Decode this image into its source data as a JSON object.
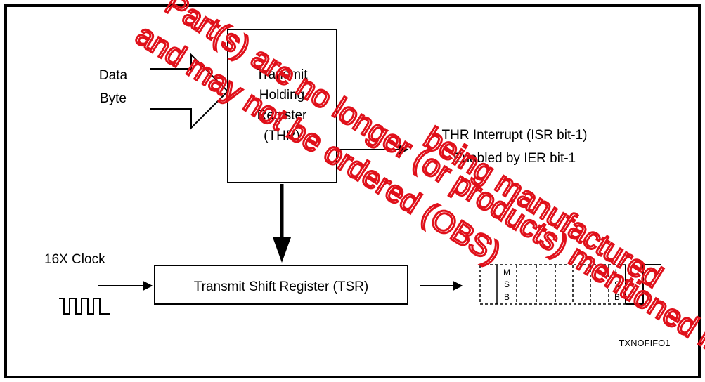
{
  "data_byte": {
    "line1": "Data",
    "line2": "Byte"
  },
  "thr": {
    "line1": "Transmit",
    "line2": "Holding",
    "line3": "Register",
    "line4": "(THR)"
  },
  "interrupt": {
    "line1": "THR Interrupt (ISR bit-1)",
    "line2": "Enabled by IER bit-1"
  },
  "clock_label": "16X Clock",
  "tsr_label": "Transmit Shift Register (TSR)",
  "msb": [
    "M",
    "S",
    "B"
  ],
  "lsb": [
    "L",
    "S",
    "B"
  ],
  "figure_id": "TXNOFIFO1",
  "watermark": {
    "line1": "Part(s) are no longer (or products) mentioned in this",
    "line2": "and may not be ordered (OBS)",
    "line3": "being manufactured",
    "color": "#e0101a"
  }
}
